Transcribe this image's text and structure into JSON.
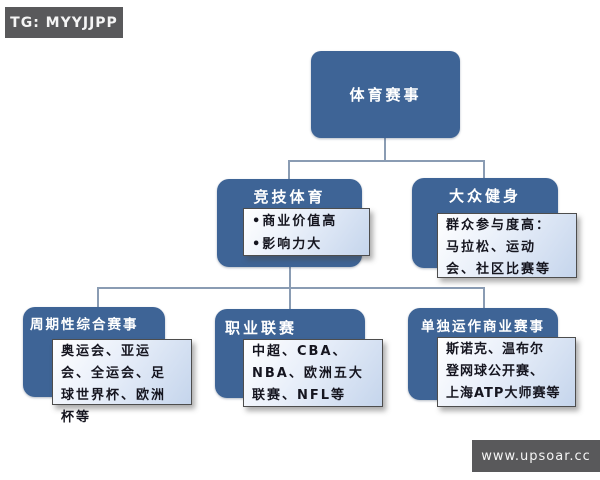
{
  "overlays": {
    "tg_label": "TG: MYYJJPP",
    "site_label": "www.upsoar.cc"
  },
  "colors": {
    "node_blue": "#3e6496",
    "connector_gray_blue": "#8a9cb3",
    "overlay_dark_gray": "#59595b",
    "inner_box_tint": "#c5d5ec",
    "inner_text": "#15151f",
    "background": "#ffffff"
  },
  "tree": {
    "root": {
      "title": "体育赛事"
    },
    "level2": [
      {
        "title": "竞技体育",
        "details": "•商业价值高\n•影响力大"
      },
      {
        "title": "大众健身",
        "details": "群众参与度高：\n马拉松、运动\n会、社区比赛等"
      }
    ],
    "level3": [
      {
        "title": "周期性综合赛事",
        "details": "奥运会、亚运\n会、全运会、足\n球世界杯、欧洲\n杯等"
      },
      {
        "title": "职业联赛",
        "details": "中超、CBA、\nNBA、欧洲五大\n联赛、NFL等"
      },
      {
        "title": "单独运作商业赛事",
        "details": "斯诺克、温布尔\n登网球公开赛、\n上海ATP大师赛等"
      }
    ]
  }
}
